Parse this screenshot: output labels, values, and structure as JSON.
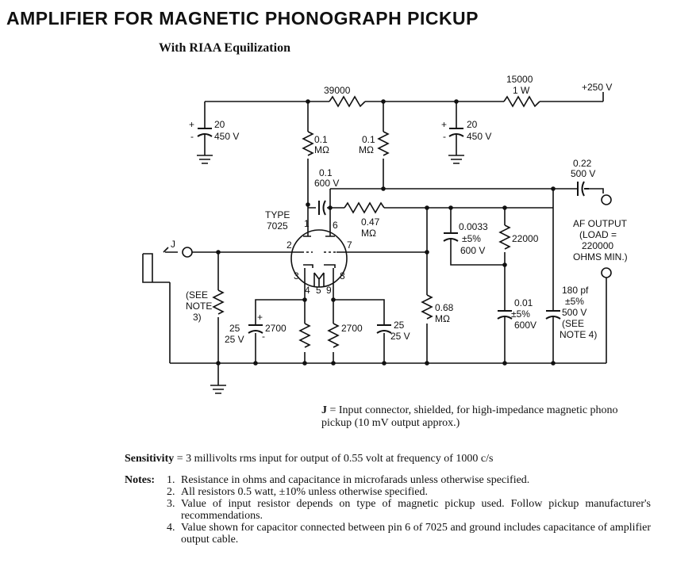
{
  "title": "AMPLIFIER FOR MAGNETIC PHONOGRAPH PICKUP",
  "subtitle": "With RIAA Equilization",
  "schematic": {
    "r_series": "39000",
    "r_dropping": [
      "15000",
      "1 W"
    ],
    "supply": "+250 V",
    "c1": [
      "20",
      "450 V"
    ],
    "c2": [
      "20",
      "450 V"
    ],
    "r_plate1": [
      "0.1",
      "MΩ"
    ],
    "r_plate2": [
      "0.1",
      "MΩ"
    ],
    "c_coupling": [
      "0.1",
      "600 V"
    ],
    "c_output": [
      "0.22",
      "500 V"
    ],
    "output_label": [
      "AF OUTPUT",
      "(LOAD =",
      "220000",
      "OHMS MIN.)"
    ],
    "tube": [
      "TYPE",
      "7025"
    ],
    "pins": [
      "1",
      "6",
      "2",
      "7",
      "3",
      "8",
      "4",
      "5",
      "9"
    ],
    "input_j": "J",
    "r_feedback": [
      "0.47",
      "MΩ"
    ],
    "c_riaa1": [
      "0.0033",
      "±5%",
      "600 V"
    ],
    "r_riaa": "22000",
    "r_grid2": [
      "0.68",
      "MΩ"
    ],
    "c_riaa2": [
      "0.01",
      "±5%",
      "600V"
    ],
    "c_out_shunt": [
      "180 pf",
      "±5%",
      "500 V",
      "(SEE",
      "NOTE 4)"
    ],
    "r_input": [
      "(SEE",
      "NOTE",
      "3)"
    ],
    "cathode_c1": [
      "25",
      "25 V"
    ],
    "cathode_r1": "2700",
    "cathode_r2": "2700",
    "cathode_c2": [
      "25",
      "25 V"
    ]
  },
  "legend": {
    "j_symbol": "J",
    "j_text": "= Input connector, shielded, for high-impedance magnetic phono pickup (10 mV output approx.)"
  },
  "sensitivity": {
    "label": "Sensitivity",
    "text": "= 3 millivolts rms input for output of 0.55 volt at frequency of 1000 c/s"
  },
  "notes": {
    "label": "Notes:",
    "items": [
      {
        "num": "1.",
        "text": "Resistance in ohms and capacitance in microfarads unless otherwise specified."
      },
      {
        "num": "2.",
        "text": "All resistors 0.5 watt, ±10% unless otherwise specified."
      },
      {
        "num": "3.",
        "text": "Value of input resistor depends on type of magnetic pickup used. Follow pickup manufacturer's recommendations."
      },
      {
        "num": "4.",
        "text": "Value shown for capacitor connected between pin 6 of 7025 and ground includes capacitance of amplifier output cable."
      }
    ]
  }
}
